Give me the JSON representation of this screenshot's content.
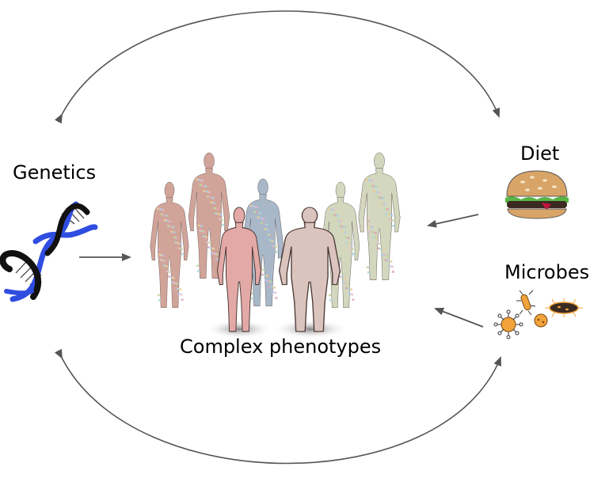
{
  "labels": {
    "genetics": "Genetics",
    "diet": "Diet",
    "microbes": "Microbes",
    "phenotypes": "Complex phenotypes"
  },
  "icons": {
    "genetics": "dna-helix-icon",
    "diet": "hamburger-icon",
    "microbes": "bacteria-icon",
    "phenotypes": "human-figures-icon"
  },
  "colors": {
    "arrow": "#555555",
    "dna_blue": "#2f4de0",
    "dna_black": "#111111",
    "figure_front_left": "#e3a9a6",
    "figure_front_right": "#dcc4be",
    "figure_back_red": "#c99588",
    "figure_back_blue": "#9fb1c4",
    "figure_back_green": "#cfd3b7"
  }
}
